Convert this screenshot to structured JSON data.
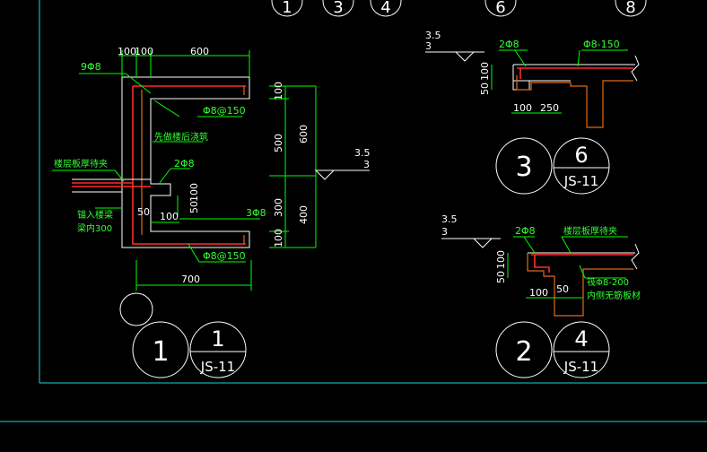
{
  "top_bubbles": [
    "1",
    "3",
    "4",
    "6",
    "8"
  ],
  "detail1": {
    "dim_100a": "100",
    "dim_100b": "100",
    "dim_600_top": "600",
    "rebar_9d8": "9Φ8",
    "rebar_d8_150_upper": "Φ8@150",
    "note_first": "先做楼后浇筑",
    "rebar_2d8": "2Φ8",
    "note_floor_edge": "楼层板厚待夹",
    "note_embed_1": "锚入楼梁",
    "note_embed_2": "梁内300",
    "dim_50_left": "50",
    "dim_100_low": "100",
    "dim_50_right": "50",
    "dim_100_right": "100",
    "rebar_3d8": "3Φ8",
    "rebar_d8_150_lower": "Φ8@150",
    "dim_700": "700",
    "v_dim_100_top": "100",
    "v_dim_500": "500",
    "v_dim_600": "600",
    "v_dim_300": "300",
    "v_dim_400": "400",
    "v_dim_100_bot": "100",
    "elev_value": "3.5",
    "elev_sub": "3",
    "title_number": "1",
    "ref_number": "1",
    "ref_sheet": "JS-11"
  },
  "detail3": {
    "elev_value": "3.5",
    "elev_sub": "3",
    "rebar_2d8": "2Φ8",
    "rebar_d8_150": "Φ8-150",
    "dim_50": "50",
    "dim_100_v": "100",
    "dim_100": "100",
    "dim_250": "250",
    "title_number": "3",
    "ref_number": "6",
    "ref_sheet": "JS-11"
  },
  "detail2": {
    "elev_value": "3.5",
    "elev_sub": "3",
    "rebar_2d8": "2Φ8",
    "note_floor_edge": "楼层板厚待夹",
    "dim_50": "50",
    "dim_100_v": "100",
    "dim_100": "100",
    "dim_50_b": "50",
    "rebar_d8_200": "筏Φ8-200",
    "note_inside": "内侧无筋板材",
    "title_number": "2",
    "ref_number": "4",
    "ref_sheet": "JS-11"
  }
}
